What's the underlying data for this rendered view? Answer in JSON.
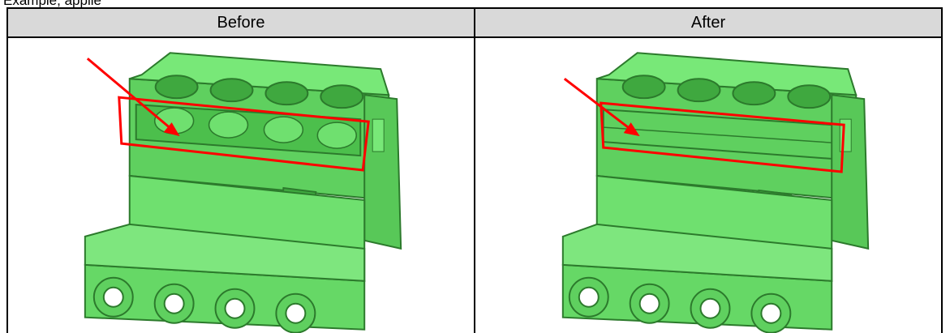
{
  "document": {
    "cutoff_text": "Example, applie",
    "columns": [
      {
        "header": "Before",
        "figure": "terminal-block-connector-with-open-slot-illustration"
      },
      {
        "header": "After",
        "figure": "terminal-block-connector-with-closed-slot-illustration"
      }
    ],
    "colors": {
      "body_green": "#6fe06f",
      "shade_green": "#3fa83f",
      "dark_green": "#2c7a2c",
      "highlight_red": "#ff0000",
      "header_gray": "#d9d9d9"
    }
  }
}
